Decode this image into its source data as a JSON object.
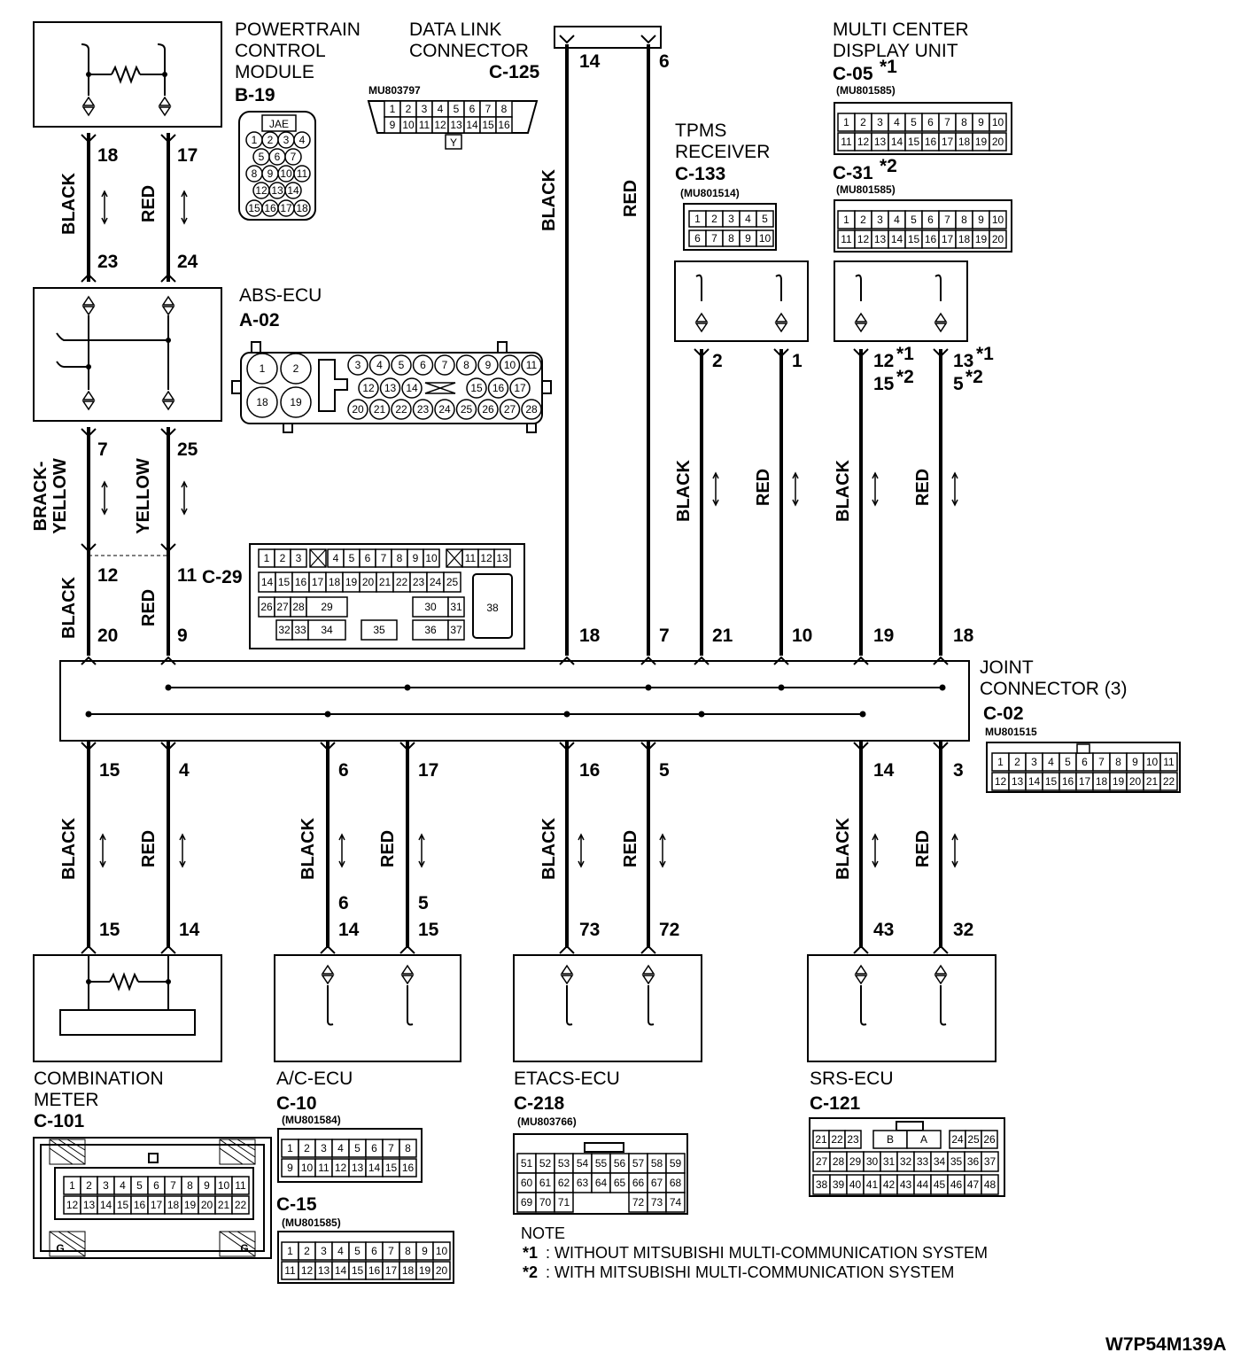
{
  "components": {
    "pcm": {
      "title": [
        "POWERTRAIN",
        "CONTROL",
        "MODULE"
      ],
      "connector": "B-19",
      "tag": "JAE",
      "pins": [
        [
          "1",
          "2",
          "3",
          "4"
        ],
        [
          "5",
          "6",
          "7"
        ],
        [
          "8",
          "9",
          "10",
          "11"
        ],
        [
          "12",
          "13",
          "14"
        ],
        [
          "15",
          "16",
          "17",
          "18"
        ]
      ]
    },
    "dlc": {
      "title": [
        "DATA LINK",
        "CONNECTOR"
      ],
      "connector": "C-125",
      "part": "MU803797",
      "pins_top": [
        "1",
        "2",
        "3",
        "4",
        "5",
        "6",
        "7",
        "8"
      ],
      "pins_bottom": [
        "9",
        "10",
        "11",
        "12",
        "13",
        "14",
        "15",
        "16"
      ],
      "key": "Y"
    },
    "tpms": {
      "title": [
        "TPMS",
        "RECEIVER"
      ],
      "connector": "C-133",
      "part": "(MU801514)",
      "pins_top": [
        "1",
        "2",
        "3",
        "4",
        "5"
      ],
      "pins_bottom": [
        "6",
        "7",
        "8",
        "9",
        "10"
      ]
    },
    "mcdu": {
      "title": [
        "MULTI CENTER",
        "DISPLAY UNIT"
      ],
      "connector1": "C-05",
      "star1": "*1",
      "part1": "(MU801585)",
      "connector2": "C-31",
      "star2": "*2",
      "part2": "(MU801585)",
      "pins_top": [
        "1",
        "2",
        "3",
        "4",
        "5",
        "6",
        "7",
        "8",
        "9",
        "10"
      ],
      "pins_bottom": [
        "11",
        "12",
        "13",
        "14",
        "15",
        "16",
        "17",
        "18",
        "19",
        "20"
      ]
    },
    "abs": {
      "title": "ABS-ECU",
      "connector": "A-02",
      "pins_big": [
        "1",
        "2",
        "18",
        "19"
      ],
      "row1": [
        "3",
        "4",
        "5",
        "6",
        "7",
        "8",
        "9",
        "10",
        "11"
      ],
      "row2": [
        "12",
        "13",
        "14",
        "15",
        "16",
        "17"
      ],
      "row3": [
        "20",
        "21",
        "22",
        "23",
        "24",
        "25",
        "26",
        "27",
        "28"
      ]
    },
    "c29": {
      "connector": "C-29",
      "row1": [
        "1",
        "2",
        "3",
        "4",
        "5",
        "6",
        "7",
        "8",
        "9",
        "10",
        "11",
        "12",
        "13"
      ],
      "row2": [
        "14",
        "15",
        "16",
        "17",
        "18",
        "19",
        "20",
        "21",
        "22",
        "23",
        "24",
        "25"
      ],
      "row3a": [
        "26",
        "27",
        "28",
        "29"
      ],
      "row3b": [
        "30",
        "31"
      ],
      "row4": [
        "32",
        "33",
        "34",
        "35",
        "36",
        "37"
      ],
      "big": "38"
    },
    "joint": {
      "title": [
        "JOINT",
        "CONNECTOR (3)"
      ],
      "connector": "C-02",
      "part": "MU801515",
      "pins_top": [
        "1",
        "2",
        "3",
        "4",
        "5",
        "6",
        "7",
        "8",
        "9",
        "10",
        "11"
      ],
      "pins_bottom": [
        "12",
        "13",
        "14",
        "15",
        "16",
        "17",
        "18",
        "19",
        "20",
        "21",
        "22"
      ]
    },
    "meter": {
      "title": [
        "COMBINATION",
        "METER"
      ],
      "connector": "C-101",
      "pins_top": [
        "1",
        "2",
        "3",
        "4",
        "5",
        "6",
        "7",
        "8",
        "9",
        "10",
        "11"
      ],
      "pins_bottom": [
        "12",
        "13",
        "14",
        "15",
        "16",
        "17",
        "18",
        "19",
        "20",
        "21",
        "22"
      ],
      "mark": "G"
    },
    "ac": {
      "title": "A/C-ECU",
      "connector1": "C-10",
      "part1": "(MU801584)",
      "pins1_top": [
        "1",
        "2",
        "3",
        "4",
        "5",
        "6",
        "7",
        "8"
      ],
      "pins1_bottom": [
        "9",
        "10",
        "11",
        "12",
        "13",
        "14",
        "15",
        "16"
      ],
      "connector2": "C-15",
      "part2": "(MU801585)",
      "pins2_top": [
        "1",
        "2",
        "3",
        "4",
        "5",
        "6",
        "7",
        "8",
        "9",
        "10"
      ],
      "pins2_bottom": [
        "11",
        "12",
        "13",
        "14",
        "15",
        "16",
        "17",
        "18",
        "19",
        "20"
      ]
    },
    "etacs": {
      "title": "ETACS-ECU",
      "connector": "C-218",
      "part": "(MU803766)",
      "row1": [
        "51",
        "52",
        "53",
        "54",
        "55",
        "56",
        "57",
        "58",
        "59"
      ],
      "row2": [
        "60",
        "61",
        "62",
        "63",
        "64",
        "65",
        "66",
        "67",
        "68"
      ],
      "row3a": [
        "69",
        "70",
        "71"
      ],
      "row3b": [
        "72",
        "73",
        "74"
      ]
    },
    "srs": {
      "title": "SRS-ECU",
      "connector": "C-121",
      "row1a": [
        "21",
        "22",
        "23"
      ],
      "row1b": [
        "24",
        "25",
        "26"
      ],
      "row1k": [
        "B",
        "A"
      ],
      "row2": [
        "27",
        "28",
        "29",
        "30",
        "31",
        "32",
        "33",
        "34",
        "35",
        "36",
        "37"
      ],
      "row3": [
        "38",
        "39",
        "40",
        "41",
        "42",
        "43",
        "44",
        "45",
        "46",
        "47",
        "48"
      ]
    }
  },
  "wires": {
    "pcm_left": {
      "color": "BLACK",
      "top": "18",
      "bottom": "23"
    },
    "pcm_right": {
      "color": "RED",
      "top": "17",
      "bottom": "24"
    },
    "abs_left": {
      "color": [
        "BRACK-",
        "YELLOW"
      ],
      "top": "7"
    },
    "abs_right": {
      "color": "YELLOW",
      "top": "25"
    },
    "c29_left": {
      "color": "BLACK",
      "top": "12",
      "bottom": "20"
    },
    "c29_right": {
      "color": "RED",
      "top": "11",
      "bottom": "9"
    },
    "dlc_left": {
      "color": "BLACK",
      "top": "14",
      "bottom": "18"
    },
    "dlc_right": {
      "color": "RED",
      "top": "6",
      "bottom": "7"
    },
    "tpms_left": {
      "color": "BLACK",
      "top": "2",
      "bottom": "21"
    },
    "tpms_right": {
      "color": "RED",
      "top": "1",
      "bottom": "10"
    },
    "mcdu_left": {
      "color": "BLACK",
      "top1": "12",
      "top2": "15",
      "bottom": "19"
    },
    "mcdu_right": {
      "color": "RED",
      "top1": "13",
      "top2": "5",
      "bottom": "18"
    },
    "meter_left": {
      "color": "BLACK",
      "top": "15",
      "bottom": "15"
    },
    "meter_right": {
      "color": "RED",
      "top": "4",
      "bottom": "14"
    },
    "ac_left": {
      "color": "BLACK",
      "top": "6",
      "bottom1": "6",
      "bottom2": "14"
    },
    "ac_right": {
      "color": "RED",
      "top": "17",
      "bottom1": "5",
      "bottom2": "15"
    },
    "etacs_left": {
      "color": "BLACK",
      "top": "16",
      "bottom": "73"
    },
    "etacs_right": {
      "color": "RED",
      "top": "5",
      "bottom": "72"
    },
    "srs_left": {
      "color": "BLACK",
      "top": "14",
      "bottom": "43"
    },
    "srs_right": {
      "color": "RED",
      "top": "3",
      "bottom": "32"
    }
  },
  "note": {
    "title": "NOTE",
    "star1": "*1",
    "text1": ": WITHOUT MITSUBISHI MULTI-COMMUNICATION SYSTEM",
    "star2": "*2",
    "text2": ": WITH MITSUBISHI MULTI-COMMUNICATION SYSTEM"
  },
  "figure_code": "W7P54M139A"
}
